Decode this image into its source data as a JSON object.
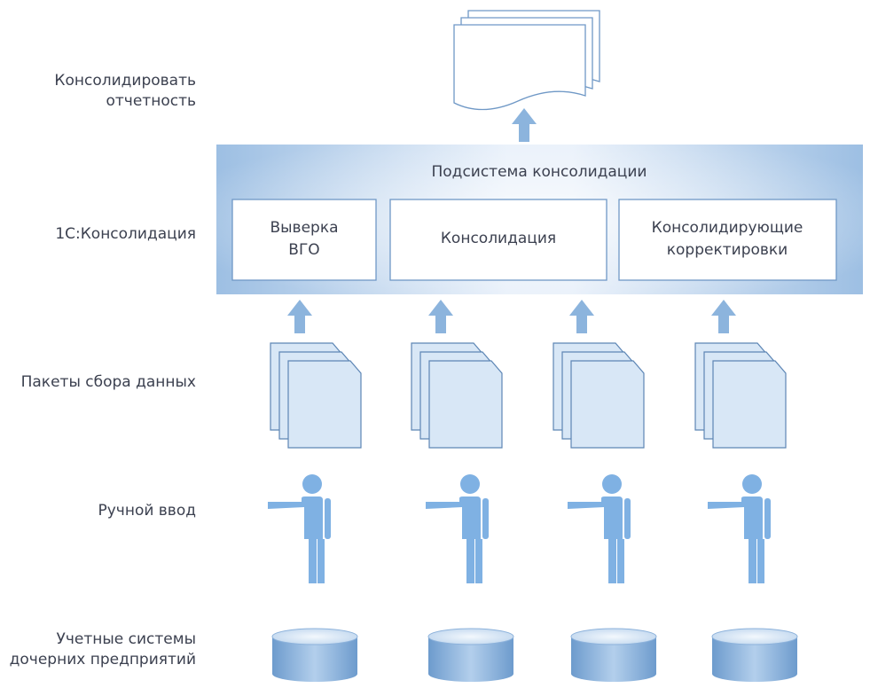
{
  "row_labels": {
    "report_line1": "Консолидировать",
    "report_line2": "отчетность",
    "consolidation": "1С:Консолидация",
    "packages": "Пакеты сбора данных",
    "manual": "Ручной ввод",
    "systems_line1": "Учетные системы",
    "systems_line2": "дочерних предприятий"
  },
  "subsystem": {
    "title": "Подсистема консолидации",
    "box_igt_line1": "Выверка",
    "box_igt_line2": "ВГО",
    "box_consolidation": "Консолидация",
    "box_adjust_line1": "Консолидирующие",
    "box_adjust_line2": "корректировки"
  },
  "colors": {
    "light_blue": "#cfe1f3",
    "mid_blue": "#8fb5dc",
    "dark_blue": "#6f9ccc",
    "person_blue": "#7fb1e3",
    "stroke": "#5d86b5"
  }
}
